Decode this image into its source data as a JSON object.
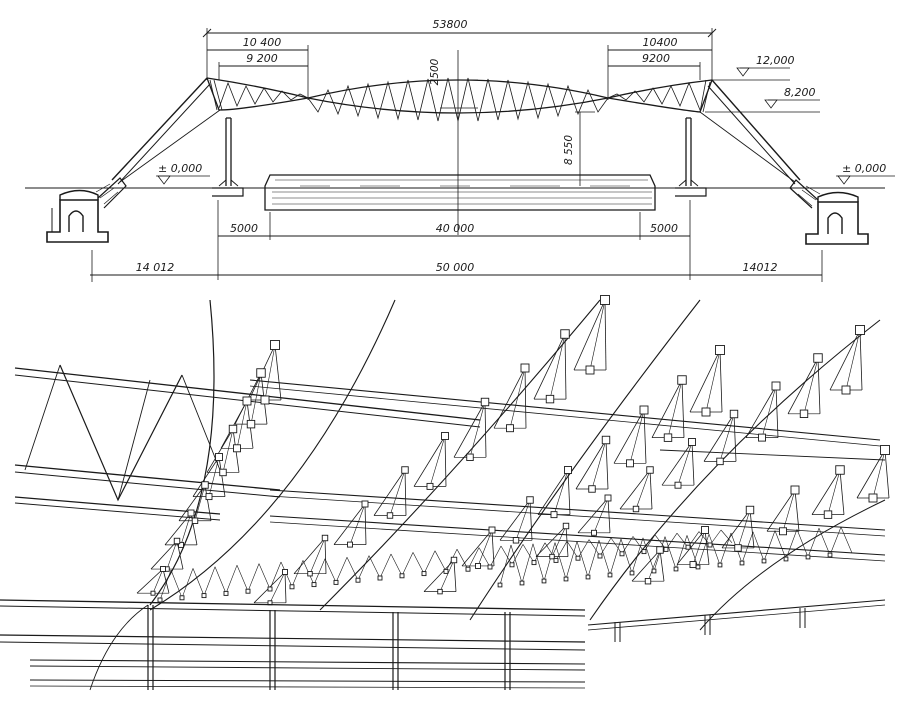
{
  "dimensions": {
    "overall_span": "53800",
    "left_end_bay": "10 400",
    "left_end_inner": "9 200",
    "right_end_bay": "10400",
    "right_end_inner": "9200",
    "sag": "2500",
    "clear_height": "8 550",
    "left_cantilever": "5000",
    "pool_length": "40 000",
    "right_cantilever": "5000",
    "left_anchor": "14 012",
    "column_span": "50 000",
    "right_anchor": "14012"
  },
  "levels": {
    "top": "12,000",
    "mid": "8,200",
    "ground_left": "± 0,000",
    "ground_right": "± 0,000"
  }
}
